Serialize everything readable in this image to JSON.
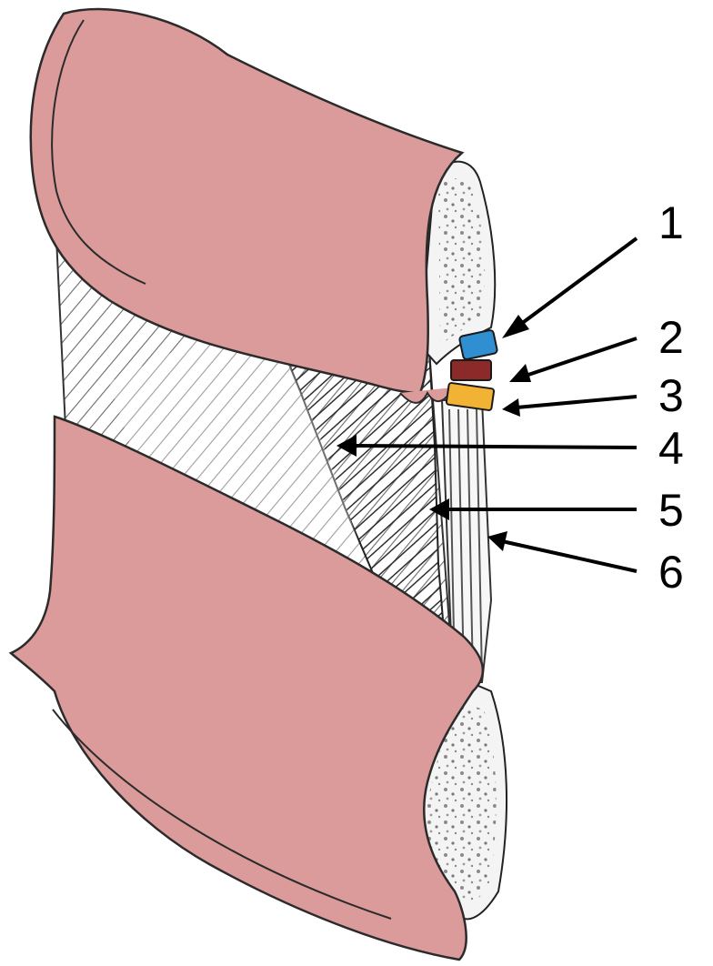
{
  "labels": [
    "1",
    "2",
    "3",
    "4",
    "5",
    "6"
  ],
  "colors": {
    "tissue": "#dc9b9b",
    "tissue_outline": "#2b2b2b",
    "hatch": "#555555",
    "bone_fill": "#f4f4f4",
    "marker_1": "#2f8fd0",
    "marker_2": "#8c2a2a",
    "marker_3": "#f2b233",
    "arrow": "#000000"
  }
}
